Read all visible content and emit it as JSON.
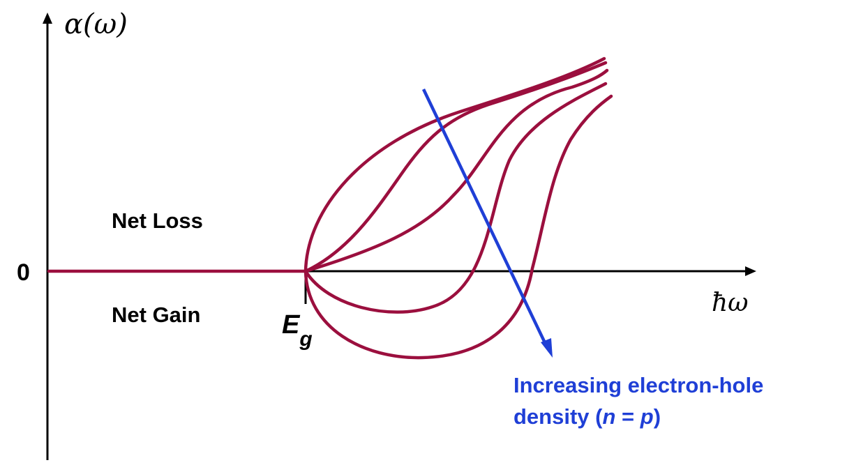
{
  "axes": {
    "y_label": "α(ω)",
    "x_label": "ħω",
    "zero_label": "0",
    "bandgap_base": "E",
    "bandgap_sub": "g"
  },
  "regions": {
    "loss": "Net Loss",
    "gain": "Net Gain"
  },
  "annotation": {
    "line1": "Increasing electron-hole",
    "line2_prefix": "density (",
    "line2_n": "n",
    "line2_eq": " = ",
    "line2_p": "p",
    "line2_suffix": ")"
  },
  "colors": {
    "curve": "#9b0f3e",
    "arrow": "#1f3fd6",
    "axis": "#000000",
    "annotation_text": "#1f3fd6"
  }
}
